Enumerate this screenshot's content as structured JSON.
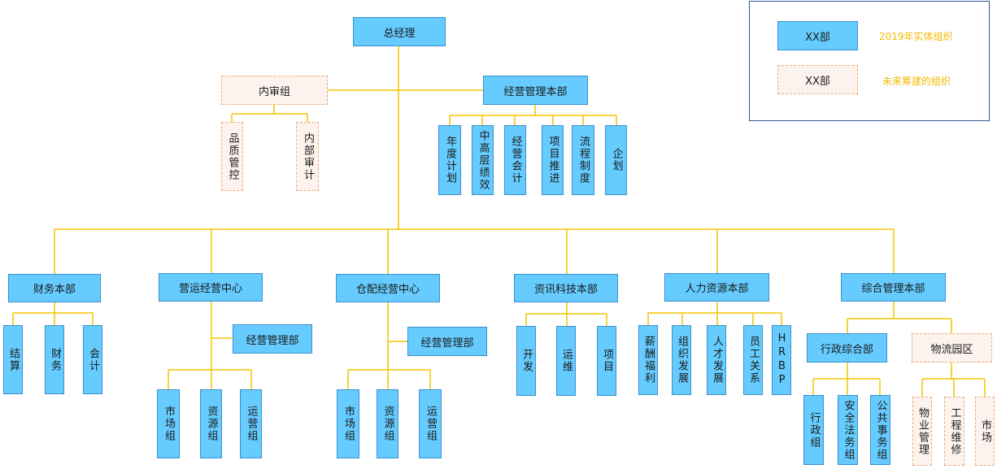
{
  "legend": {
    "current_sample": "XX部",
    "current_desc": "2019年实体组织",
    "future_sample": "XX部",
    "future_desc": "未来筹建的组织"
  },
  "colors": {
    "current_fill": "#66ccff",
    "future_fill": "#fdf3ee",
    "connector": "#f5c400",
    "legend_text": "#f5b800"
  },
  "org": {
    "root": "总经理",
    "internal_audit": {
      "name": "内审组",
      "children": [
        "品质管控",
        "内部审计"
      ]
    },
    "business_mgmt": {
      "name": "经营管理本部",
      "children": [
        "年度计划",
        "中高层绩效",
        "经营会计",
        "项目推进",
        "流程制度",
        "企划"
      ]
    },
    "finance": {
      "name": "财务本部",
      "children": [
        "结算",
        "财务",
        "会计"
      ]
    },
    "ops_center": {
      "name": "营运经营中心",
      "sub_dept": "经营管理部",
      "children": [
        "市场组",
        "资源组",
        "运营组"
      ]
    },
    "warehouse_center": {
      "name": "仓配经营中心",
      "sub_dept": "经营管理部",
      "children": [
        "市场组",
        "资源组",
        "运营组"
      ]
    },
    "it": {
      "name": "资讯科技本部",
      "children": [
        "开发",
        "运维",
        "项目"
      ]
    },
    "hr": {
      "name": "人力资源本部",
      "children": [
        "薪酬福利",
        "组织发展",
        "人才发展",
        "员工关系",
        "HRBP"
      ]
    },
    "general_mgmt": {
      "name": "综合管理本部",
      "admin": {
        "name": "行政综合部",
        "children": [
          "行政组",
          "安全法务组",
          "公共事务组"
        ]
      },
      "logistics": {
        "name": "物流园区",
        "children": [
          "物业管理",
          "工程维修",
          "市场"
        ]
      }
    }
  }
}
